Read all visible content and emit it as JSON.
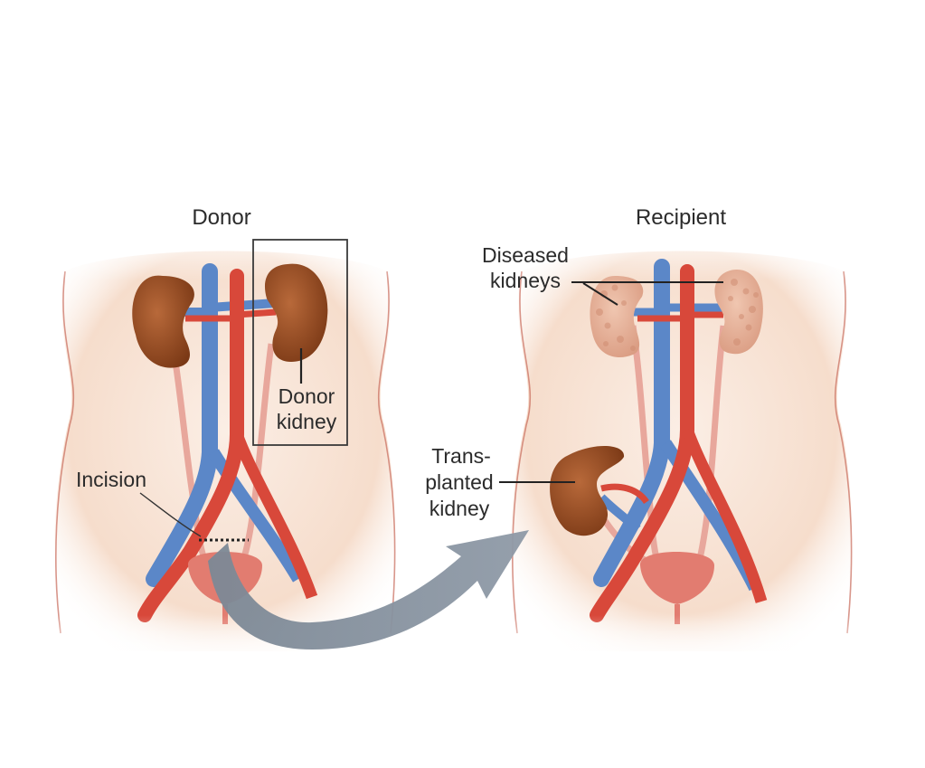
{
  "panels": {
    "donor": {
      "title": "Donor"
    },
    "recipient": {
      "title": "Recipient"
    }
  },
  "labels": {
    "donor_kidney_line1": "Donor",
    "donor_kidney_line2": "kidney",
    "incision": "Incision",
    "diseased_line1": "Diseased",
    "diseased_line2": "kidneys",
    "transplanted_line1": "Trans-",
    "transplanted_line2": "planted",
    "transplanted_line3": "kidney"
  },
  "colors": {
    "skin": "#f7e1d2",
    "skin_edge": "#b04a3c",
    "artery": "#d8483a",
    "vein": "#5b87c8",
    "kidney": "#9b4f24",
    "diseased_kidney": "#e5b29a",
    "bladder": "#e27c70",
    "transfer_arrow": "#8a96a3"
  }
}
